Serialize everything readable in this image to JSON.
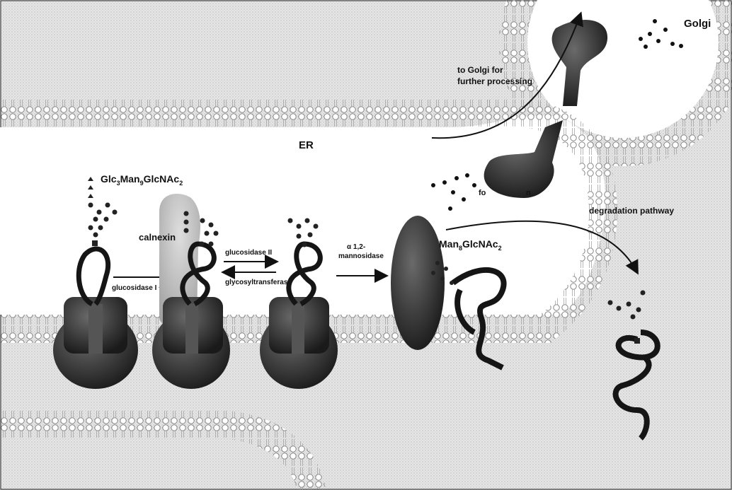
{
  "labels": {
    "golgi": "Golgi",
    "er": "ER",
    "to_golgi_line1": "to Golgi for",
    "to_golgi_line2": "further processing",
    "glycan_glc3": {
      "glc": "Glc",
      "glc_sub": "3",
      "man": "Man",
      "man_sub": "9",
      "glcnac": "GlcNAc",
      "glcnac_sub": "2"
    },
    "calnexin": "calnexin",
    "glucosidase_i_ii": "glucosidase I + II",
    "glucosidase_ii": "glucosidase II",
    "glycosyltransferase": "glycosyltransferase",
    "mannosidase_line1": "α 1,2-",
    "mannosidase_line2": "mannosidase",
    "man8": {
      "man": "Man",
      "man_sub": "8",
      "glcnac": "GlcNAc",
      "glcnac_sub": "2"
    },
    "fo_n_fragment_1": "fo",
    "fo_n_fragment_2": "n",
    "degradation": "degradation pathway"
  },
  "colors": {
    "background": "#ffffff",
    "stipple": "#cfcfcf",
    "membrane_circle": "#8a8a8a",
    "dark_protein": "#2a2a2a",
    "chaperone": "#c8c8c8",
    "chain": "#151515"
  }
}
